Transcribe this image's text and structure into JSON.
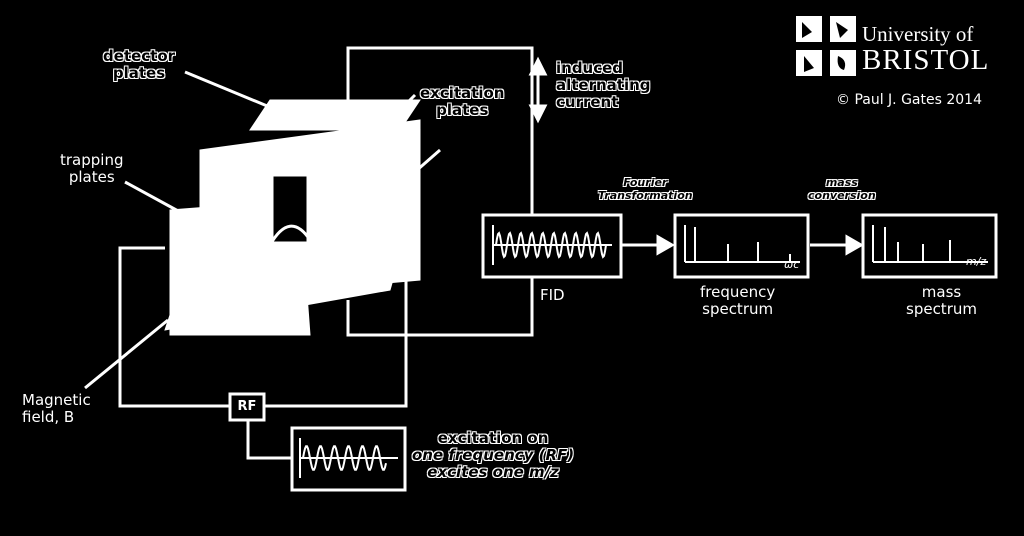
{
  "logo": {
    "university_line1": "University of",
    "university_line2": "BRISTOL",
    "copyright": "© Paul J. Gates 2014"
  },
  "labels": {
    "detector_plates": [
      "detector",
      "plates"
    ],
    "excitation_plates": [
      "excitation",
      "plates"
    ],
    "trapping_plates": [
      "trapping",
      "plates"
    ],
    "induced_current": [
      "induced",
      "alternating",
      "current"
    ],
    "magnetic_field": [
      "Magnetic",
      "field, B"
    ],
    "rf": "RF",
    "excitation_note": [
      "excitation on",
      "one frequency (RF)",
      "excites one m/z"
    ]
  },
  "process": {
    "fourier": [
      "Fourier",
      "Transformation"
    ],
    "mass_conversion": [
      "mass",
      "conversion"
    ],
    "fid": "FID",
    "frequency_spectrum": [
      "frequency",
      "spectrum"
    ],
    "mass_spectrum": [
      "mass",
      "spectrum"
    ],
    "omega_label": "ωc",
    "mz_label": "m/z"
  }
}
